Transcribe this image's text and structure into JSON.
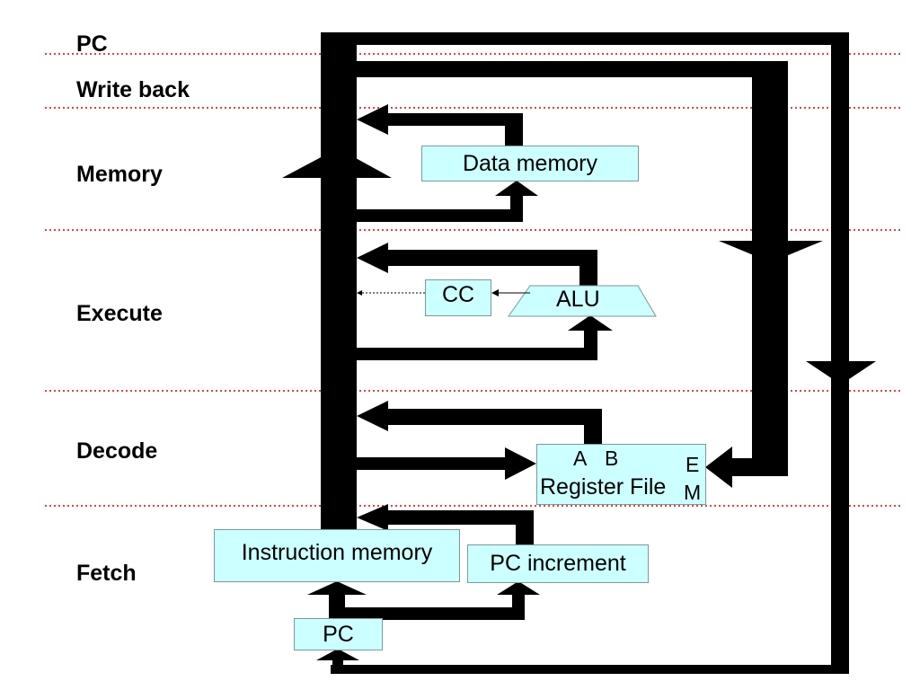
{
  "stages": {
    "pc": "PC",
    "write_back": "Write back",
    "memory": "Memory",
    "execute": "Execute",
    "decode": "Decode",
    "fetch": "Fetch"
  },
  "blocks": {
    "data_memory": "Data memory",
    "cc": "CC",
    "alu": "ALU",
    "register_file": "Register File",
    "reg_port_a": "A",
    "reg_port_b": "B",
    "reg_port_e": "E",
    "reg_port_m": "M",
    "instruction_memory": "Instruction memory",
    "pc_increment": "PC increment",
    "pc_register": "PC"
  },
  "colors": {
    "box_fill": "#ccffff",
    "divider": "#dd0000",
    "datapath": "#000000"
  }
}
